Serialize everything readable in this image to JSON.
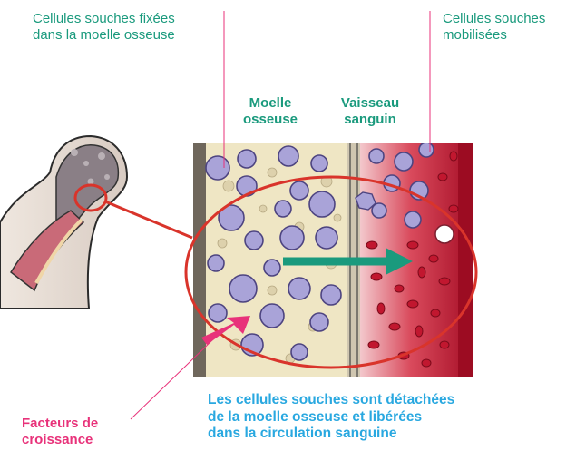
{
  "labels": {
    "fixed_cells": [
      "Cellules souches fixées",
      "dans la moelle osseuse"
    ],
    "mobilized_cells": [
      "Cellules souches",
      "mobilisées"
    ],
    "marrow": [
      "Moelle",
      "osseuse"
    ],
    "vessel": [
      "Vaisseau",
      "sanguin"
    ],
    "growth_factors": [
      "Facteurs de",
      "croissance"
    ],
    "caption": [
      "Les cellules souches sont détachées",
      "de la moelle osseuse et libérées",
      "dans la circulation sanguine"
    ]
  },
  "colors": {
    "teal": "#1a9a7d",
    "pink": "#e8327a",
    "blue": "#29a8e0",
    "red_outline": "#d9342b",
    "cell_fill": "#a9a3d8",
    "marrow_bg": "#efe6c4",
    "vessel_red": "#b4122a",
    "arrow_green": "#1a9a7d"
  }
}
